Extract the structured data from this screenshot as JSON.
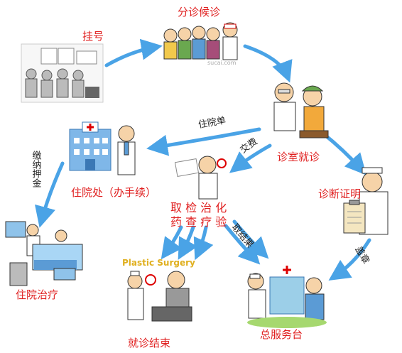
{
  "nodes": {
    "register": "挂号",
    "triage": "分诊候诊",
    "consult": "诊室就诊",
    "admission_office": "住院处（办手续）",
    "exam_line1": "取 检 治 化",
    "exam_line2": "药 查 疗 验",
    "certificate": "诊断证明",
    "inpatient": "住院治疗",
    "end_visit": "就诊结束",
    "service_desk": "总服务台"
  },
  "edges": {
    "admission_slip": "住院单",
    "pay": "交费",
    "deposit": "缴纳押金",
    "get_results": "取结果",
    "stamp": "盖章"
  },
  "decor": {
    "surgery_sign": "Plastic Surgery",
    "watermark": "sucai.com"
  },
  "colors": {
    "arrow": "#4aa3e6",
    "label": "#e02020",
    "edge_text": "#222222"
  }
}
